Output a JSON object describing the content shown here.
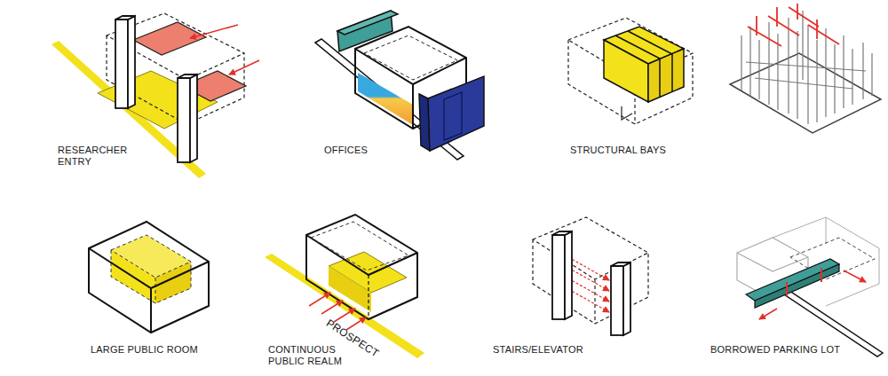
{
  "diagram": {
    "labels": [
      "RESEARCHER ENTRY",
      "OFFICES",
      "STRUCTURAL BAYS",
      "LARGE PUBLIC ROOM",
      "CONTINUOUS PUBLIC REALM",
      "PROSPECT",
      "STAIRS/ELEVATOR",
      "BORROWED PARKING LOT"
    ]
  }
}
